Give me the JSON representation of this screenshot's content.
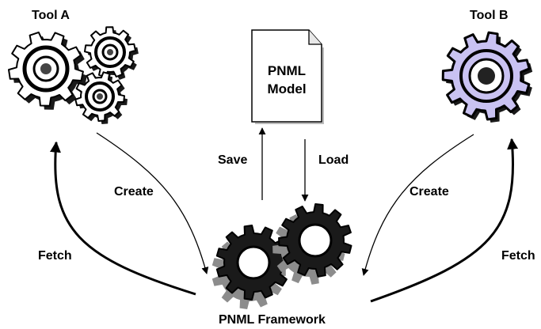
{
  "labels": {
    "tool_a": "Tool A",
    "tool_b": "Tool B",
    "doc_line1": "PNML",
    "doc_line2": "Model",
    "save": "Save",
    "load": "Load",
    "create_left": "Create",
    "create_right": "Create",
    "fetch_left": "Fetch",
    "fetch_right": "Fetch",
    "framework": "PNML Framework"
  },
  "colors": {
    "ink": "#000000",
    "gear_dark": "#1a1a1a",
    "gear_grey": "#8c8c8c",
    "gear_lavender": "#c9c2f2",
    "document_fill": "#ffffff"
  },
  "icons": {
    "tool_a": "gears-icon",
    "tool_b": "gear-icon",
    "model": "document-icon",
    "framework": "gears-icon"
  }
}
